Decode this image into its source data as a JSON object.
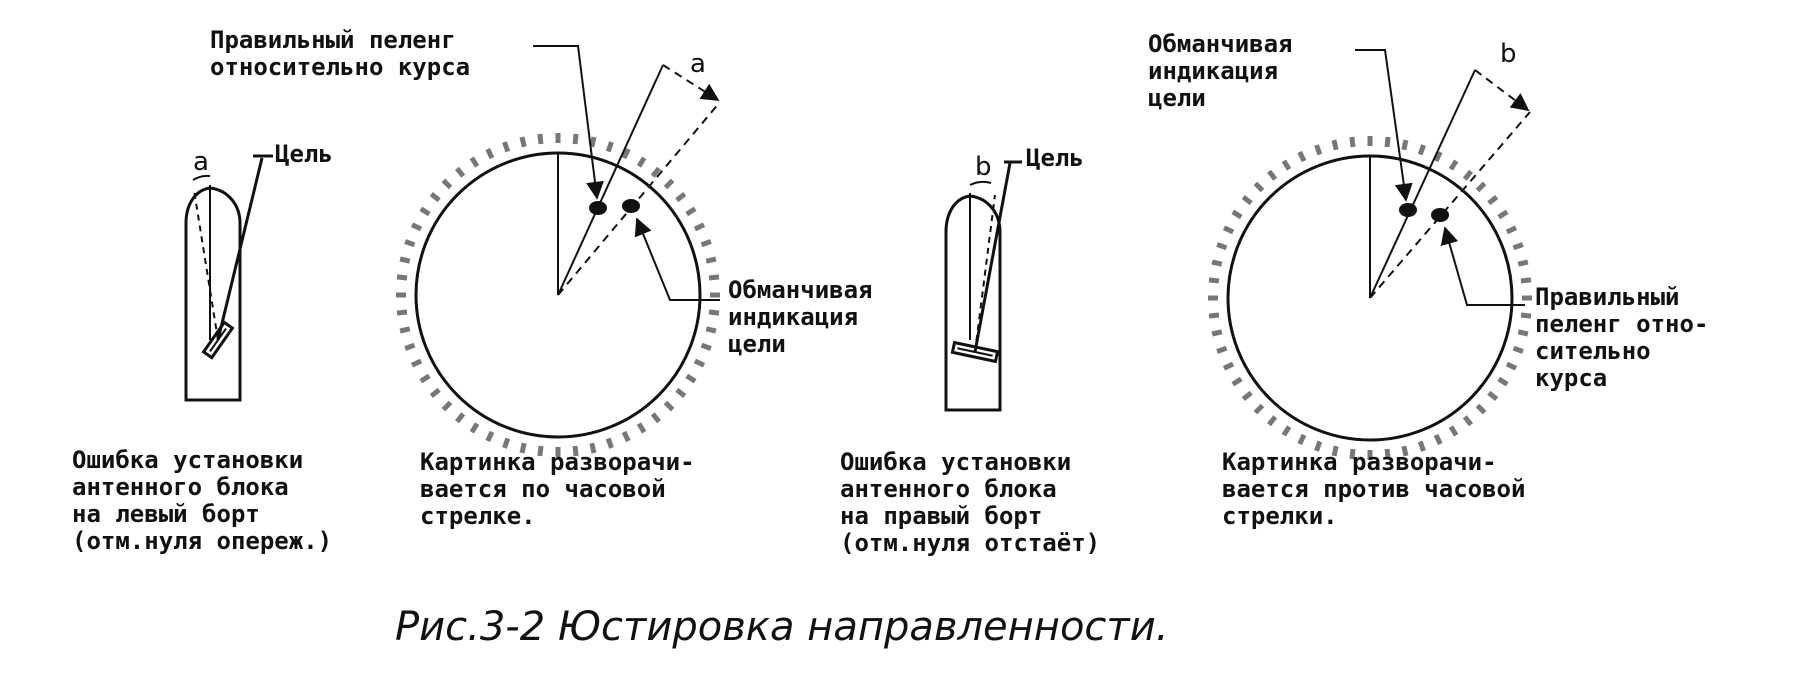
{
  "figure": {
    "title": "Рис.3-2 Юстировка направленности."
  },
  "panel_left_ship": {
    "angle_letter": "a",
    "target_label": "Цель",
    "caption": [
      "Ошибка установки",
      "антенного блока",
      "на левый борт",
      "(отм.нуля опереж.)"
    ]
  },
  "panel_left_scope": {
    "angle_letter": "a",
    "callout_top": [
      "Правильный пеленг",
      "относительно курса"
    ],
    "callout_right": [
      "Обманчивая",
      "индикация",
      "цели"
    ],
    "caption": [
      "Картинка разворачи-",
      "вается по часовой",
      "стрелке."
    ]
  },
  "panel_right_ship": {
    "angle_letter": "b",
    "target_label": "Цель",
    "caption": [
      "Ошибка установки",
      "антенного блока",
      "на правый борт",
      "(отм.нуля отстаёт)"
    ]
  },
  "panel_right_scope": {
    "angle_letter": "b",
    "callout_top": [
      "Обманчивая",
      "индикация",
      "цели"
    ],
    "callout_right": [
      "Правильный",
      "пеленг отно-",
      "сительно",
      "курса"
    ],
    "caption": [
      "Картинка разворачи-",
      "вается против часовой",
      "стрелки."
    ]
  }
}
